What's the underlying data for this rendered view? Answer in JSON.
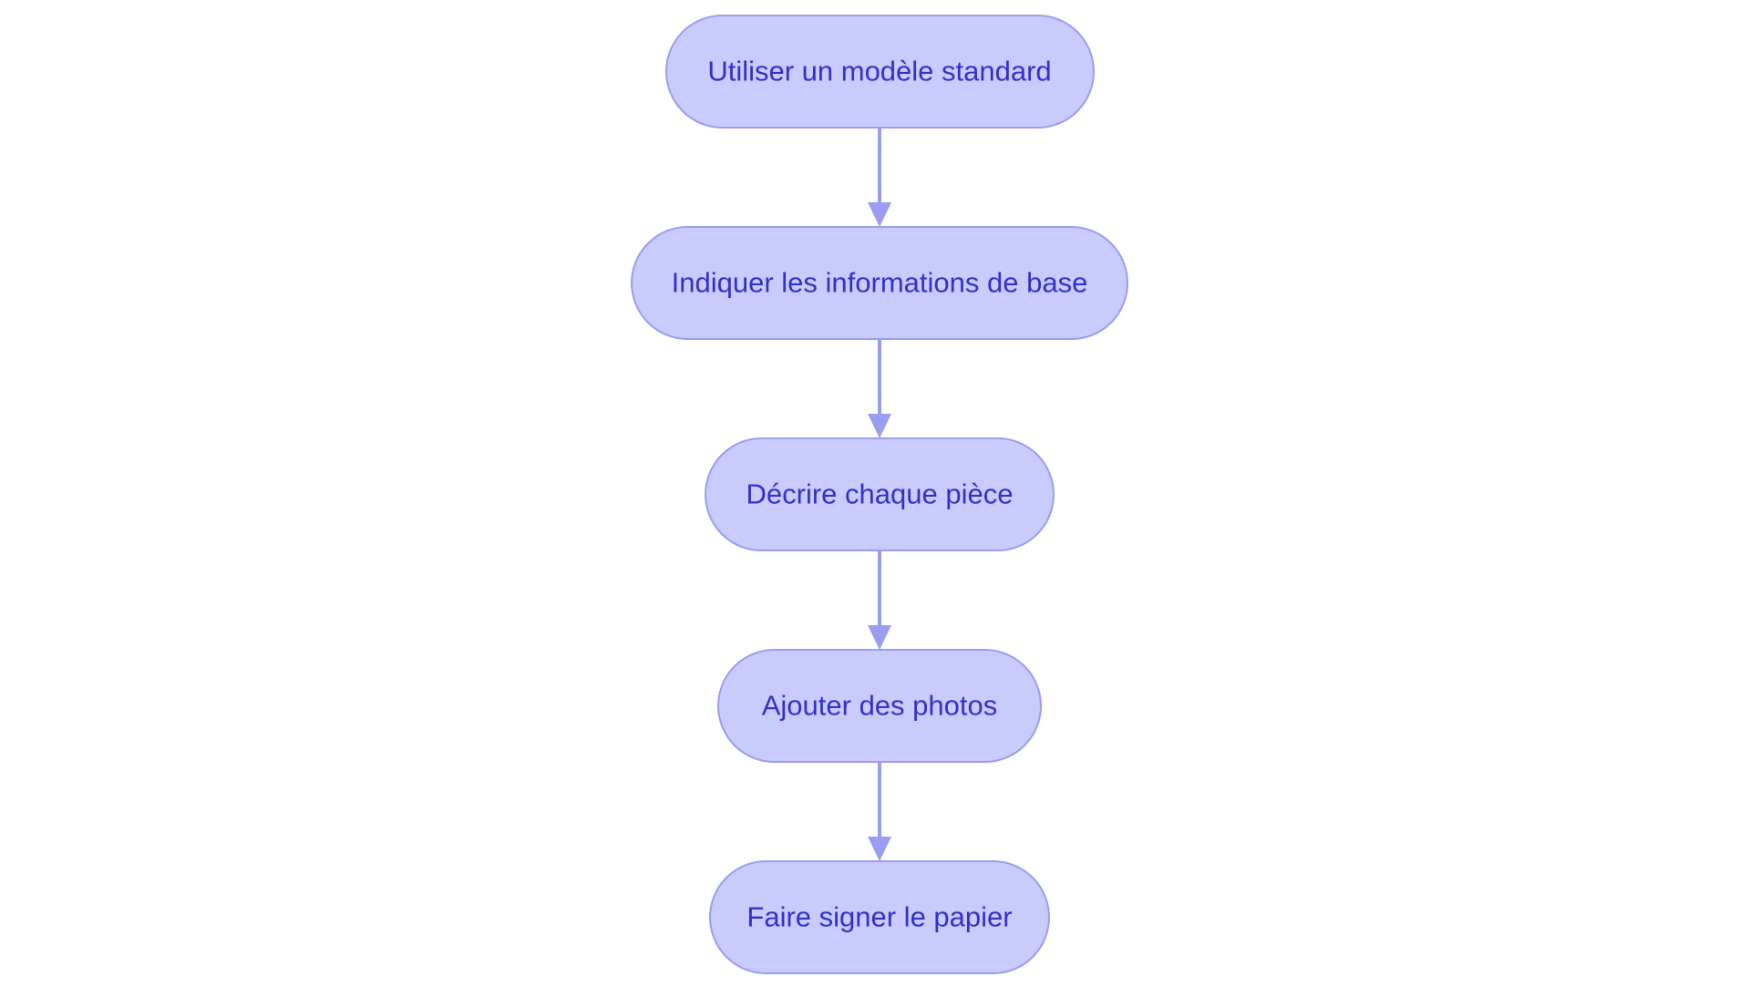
{
  "diagram": {
    "type": "flowchart",
    "direction": "top-to-bottom",
    "colors": {
      "node_fill": "#c9cbfd",
      "node_border": "#9a9df0",
      "text": "#3232c8",
      "edge": "#9a9df0"
    },
    "nodes": [
      {
        "id": "n1",
        "label": "Utiliser un modèle standard"
      },
      {
        "id": "n2",
        "label": "Indiquer les informations de base"
      },
      {
        "id": "n3",
        "label": "Décrire chaque pièce"
      },
      {
        "id": "n4",
        "label": "Ajouter des photos"
      },
      {
        "id": "n5",
        "label": "Faire signer le papier"
      }
    ],
    "edges": [
      {
        "from": "n1",
        "to": "n2"
      },
      {
        "from": "n2",
        "to": "n3"
      },
      {
        "from": "n3",
        "to": "n4"
      },
      {
        "from": "n4",
        "to": "n5"
      }
    ]
  }
}
